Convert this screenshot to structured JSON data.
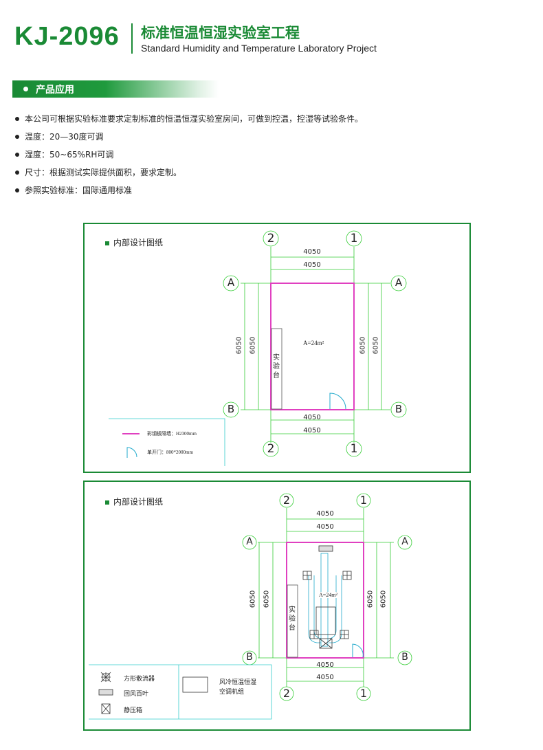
{
  "header": {
    "model": "KJ-2096",
    "title_cn": "标准恒温恒湿实验室工程",
    "title_en": "Standard Humidity and Temperature Laboratory Project"
  },
  "section": {
    "title": "产品应用"
  },
  "features": [
    "本公司可根据实验标准要求定制标准的恒温恒湿实验室房间，可做到控温，控湿等试验条件。",
    "温度：20—30度可调",
    "湿度：50~65%RH可调",
    "尺寸：根据测试实际提供面积，要求定制。",
    "参照实验标准：国际通用标准"
  ],
  "drawing1": {
    "title": "内部设计图纸",
    "axis_top_left": "2",
    "axis_top_right": "1",
    "axis_left_top": "A",
    "axis_left_bottom": "B",
    "dim_width": "4050",
    "dim_height": "6050",
    "area": "A=24m²",
    "bench": "实验台",
    "legend_wall": "彩钢板隔墙：H2300mm",
    "legend_door": "单开门：800*2000mm"
  },
  "drawing2": {
    "title": "内部设计图纸",
    "axis_top_left": "2",
    "axis_top_right": "1",
    "axis_left_top": "A",
    "axis_left_bottom": "B",
    "dim_width": "4050",
    "dim_height": "6050",
    "area": "A=24m²",
    "bench": "实验台",
    "legend_diffuser": "方形散流器",
    "legend_grille": "回风百叶",
    "legend_box": "静压箱",
    "legend_ac_1": "风冷恒温恒湿",
    "legend_ac_2": "空调机组"
  }
}
